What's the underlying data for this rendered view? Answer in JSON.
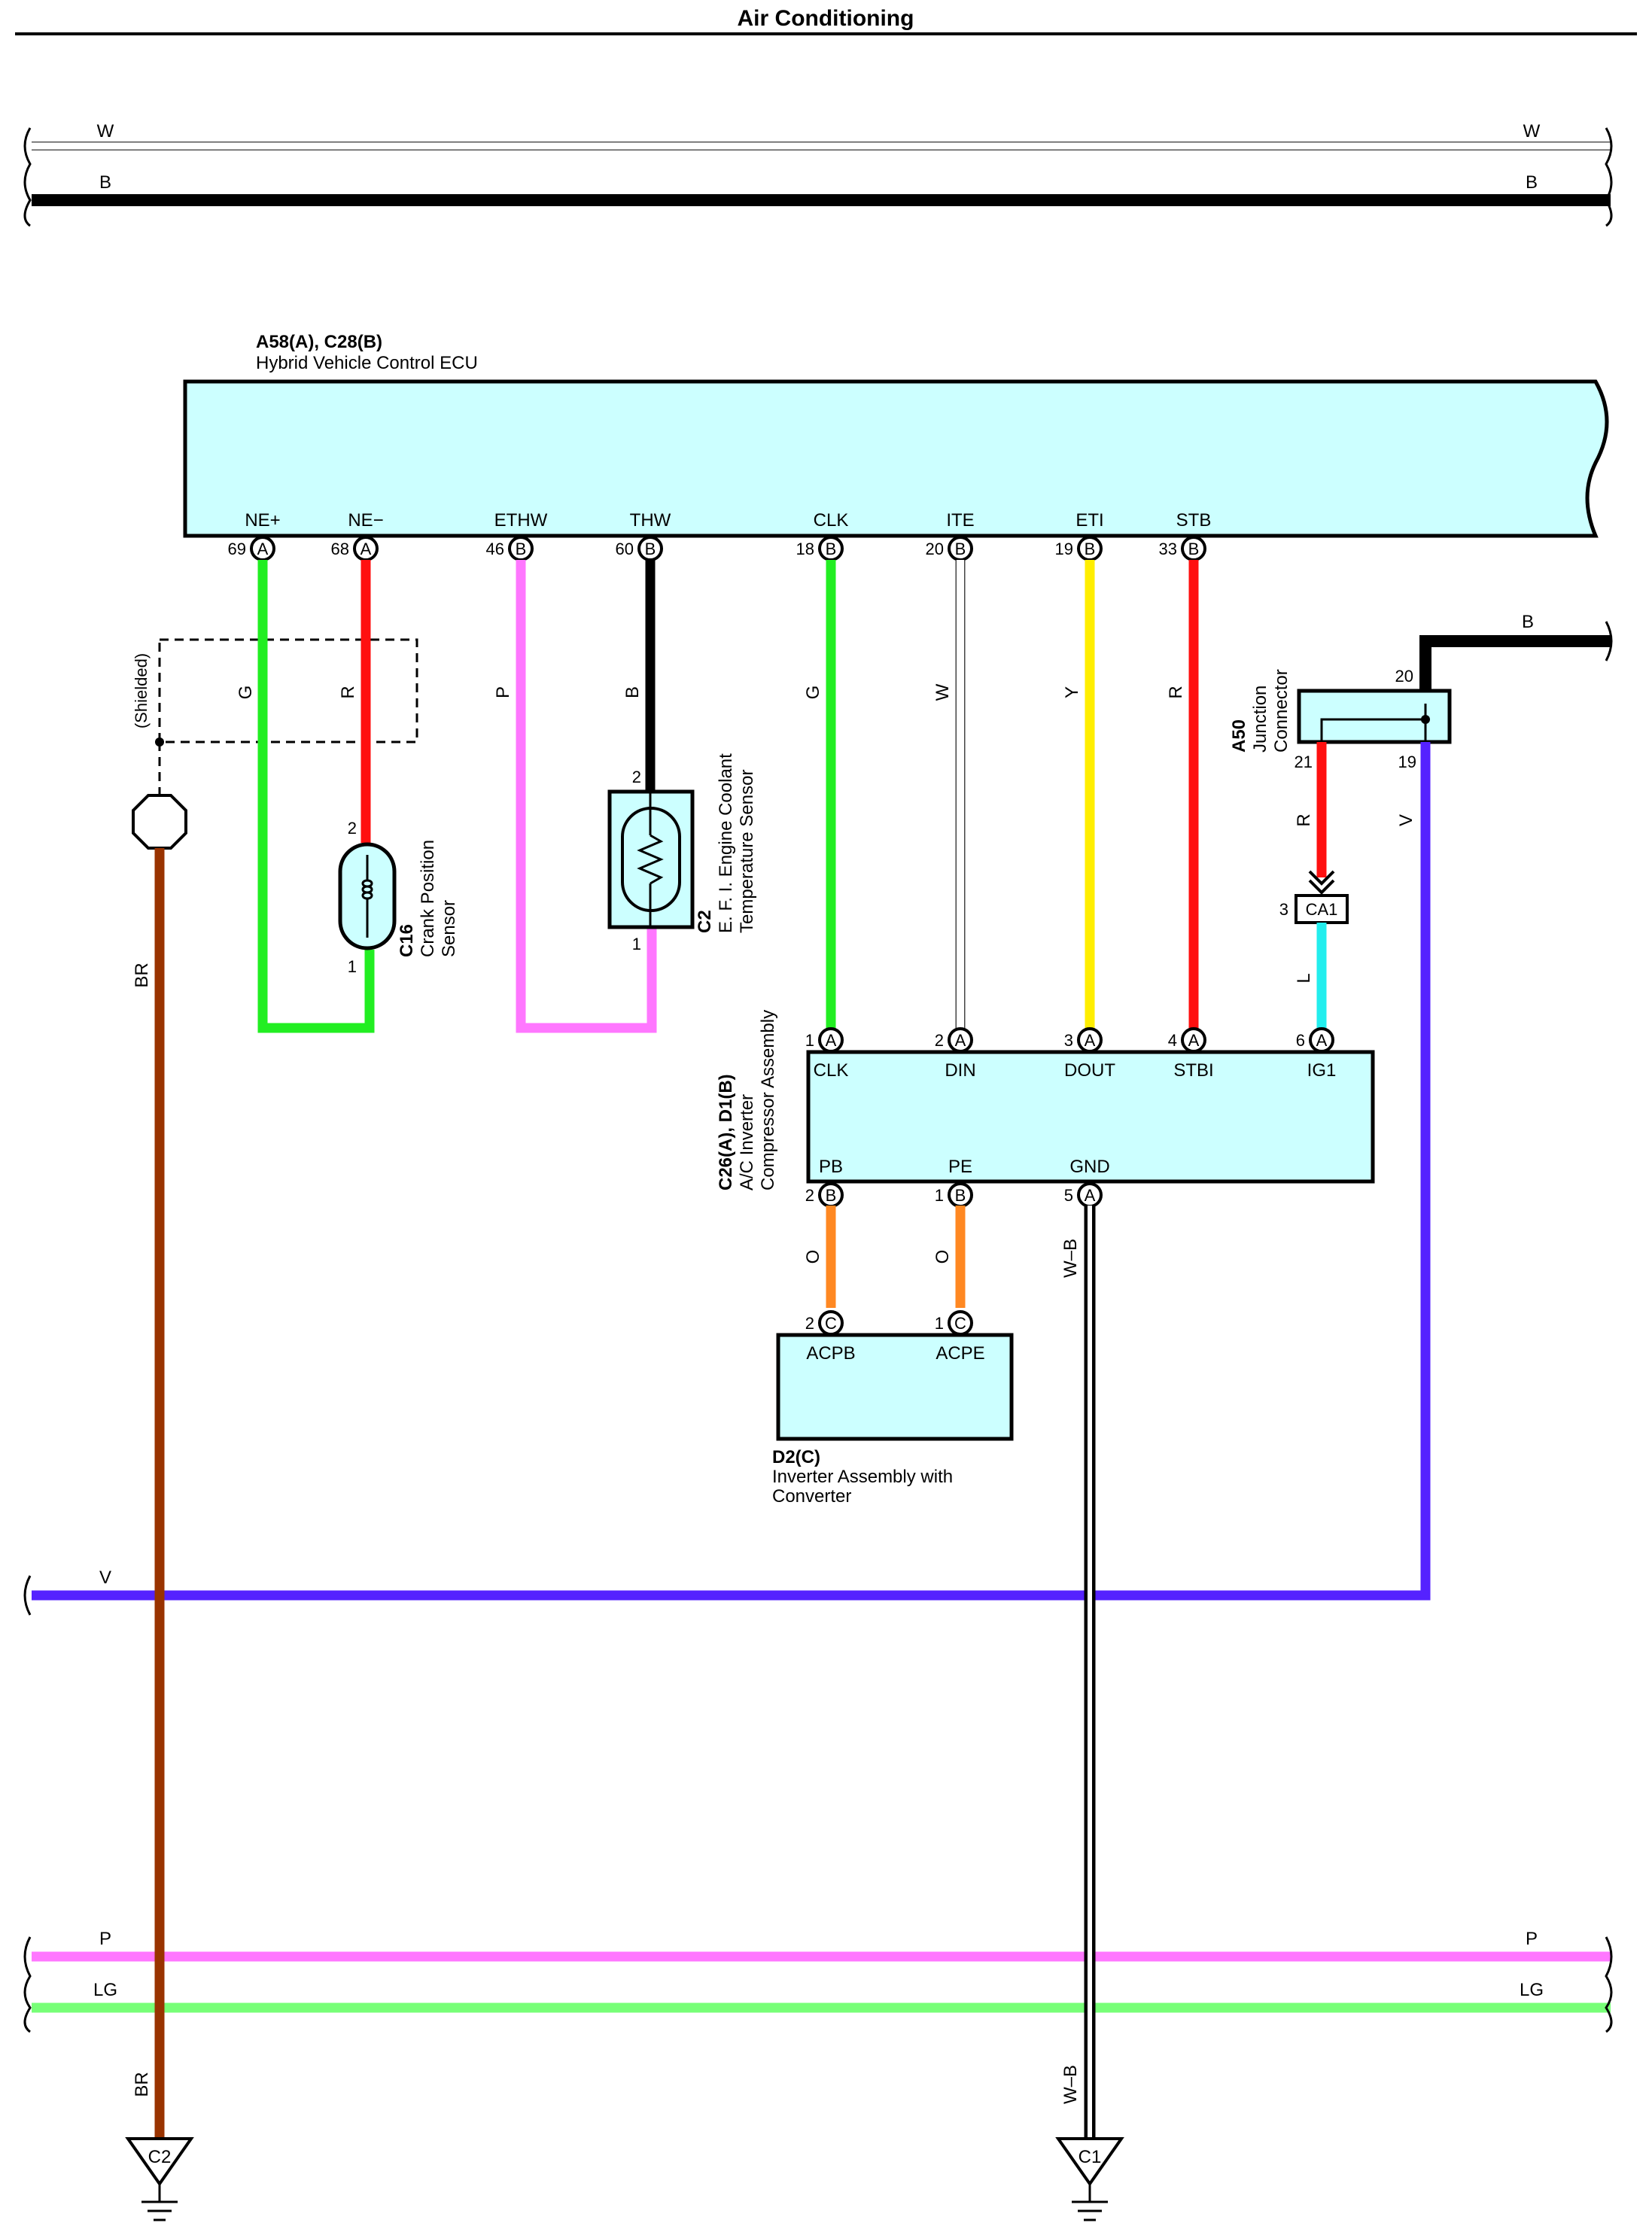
{
  "title": "Air Conditioning",
  "colors": {
    "W": "#ffffff",
    "B": "#000000",
    "G": "#22ee22",
    "R": "#ff1010",
    "P": "#ff77ff",
    "Y": "#ffee00",
    "V": "#5522ff",
    "BR": "#993300",
    "O": "#ff8822",
    "L": "#22eeee",
    "LG": "#77ff77",
    "box": "#ccffff"
  },
  "buses": {
    "w": "W",
    "b": "B",
    "v": "V",
    "p": "P",
    "lg": "LG"
  },
  "ecu": {
    "code": "A58(A), C28(B)",
    "name": "Hybrid Vehicle Control ECU",
    "pins": [
      {
        "label": "NE+",
        "num": "69",
        "conn": "A",
        "wire": "G"
      },
      {
        "label": "NE−",
        "num": "68",
        "conn": "A",
        "wire": "R"
      },
      {
        "label": "ETHW",
        "num": "46",
        "conn": "B",
        "wire": "P"
      },
      {
        "label": "THW",
        "num": "60",
        "conn": "B",
        "wire": "B"
      },
      {
        "label": "CLK",
        "num": "18",
        "conn": "B",
        "wire": "G"
      },
      {
        "label": "ITE",
        "num": "20",
        "conn": "B",
        "wire": "W"
      },
      {
        "label": "ETI",
        "num": "19",
        "conn": "B",
        "wire": "Y"
      },
      {
        "label": "STB",
        "num": "33",
        "conn": "B",
        "wire": "R"
      }
    ]
  },
  "shielded": "(Shielded)",
  "crank_sensor": {
    "code": "C16",
    "line1": "Crank Position",
    "line2": "Sensor",
    "pin_top": "2",
    "pin_bottom": "1"
  },
  "coolant_sensor": {
    "code": "C2",
    "line1": "E. F. I.  Engine Coolant",
    "line2": "Temperature Sensor",
    "pin_top": "2",
    "pin_bottom": "1"
  },
  "junction": {
    "code": "A50",
    "line1": "Junction",
    "line2": "Connector",
    "pin_in": "20",
    "pin_r": "21",
    "pin_v": "19",
    "in_wire": "B",
    "r_wire": "R",
    "v_wire": "V",
    "ca_pin": "3",
    "ca_label": "CA1",
    "ca_wire": "L"
  },
  "compressor": {
    "code": "C26(A), D1(B)",
    "line1": "A/C Inverter",
    "line2": "Compressor Assembly",
    "top_pins": [
      {
        "label": "CLK",
        "num": "1",
        "conn": "A"
      },
      {
        "label": "DIN",
        "num": "2",
        "conn": "A"
      },
      {
        "label": "DOUT",
        "num": "3",
        "conn": "A"
      },
      {
        "label": "STBI",
        "num": "4",
        "conn": "A"
      },
      {
        "label": "IG1",
        "num": "6",
        "conn": "A"
      }
    ],
    "bottom_pins": [
      {
        "label": "PB",
        "num": "2",
        "conn": "B",
        "wire": "O"
      },
      {
        "label": "PE",
        "num": "1",
        "conn": "B",
        "wire": "O"
      },
      {
        "label": "GND",
        "num": "5",
        "conn": "A",
        "wire": "W–B"
      }
    ]
  },
  "inverter": {
    "code": "D2(C)",
    "line1": "Inverter Assembly with",
    "line2": "Converter",
    "pins": [
      {
        "label": "ACPB",
        "num": "2",
        "conn": "C"
      },
      {
        "label": "ACPE",
        "num": "1",
        "conn": "C"
      }
    ]
  },
  "ground_left": {
    "code": "C2",
    "wire": "BR"
  },
  "ground_right": {
    "code": "C1",
    "wire": "W–B"
  }
}
